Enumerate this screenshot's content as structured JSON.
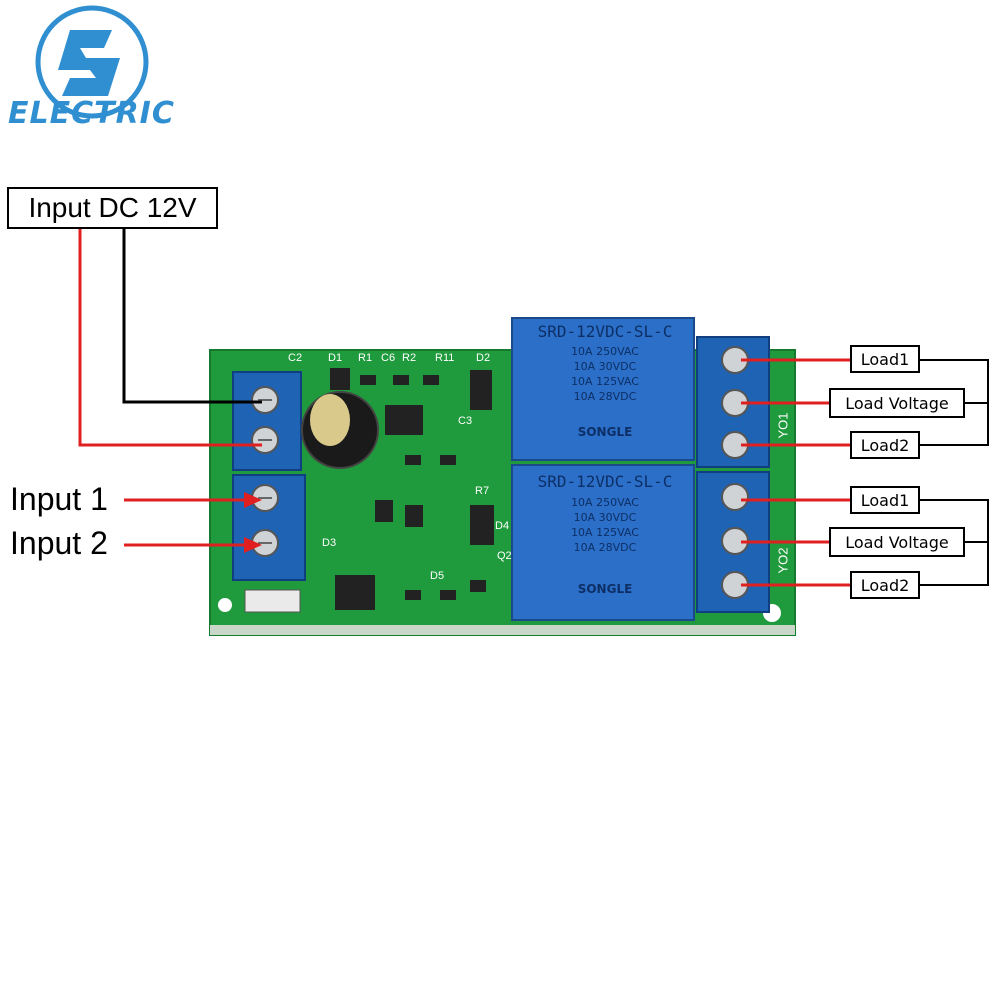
{
  "logo": {
    "brand_text": "ELECTRIC",
    "colors": {
      "primary": "#2f8fd0",
      "accent": "#1a5fa0"
    }
  },
  "power_label": "Input DC 12V",
  "inputs": [
    {
      "label": "Input 1"
    },
    {
      "label": "Input 2"
    }
  ],
  "relay_channels": [
    {
      "board_label": "YO1",
      "terminals": [
        "Load1",
        "Load Voltage",
        "Load2"
      ]
    },
    {
      "board_label": "YO2",
      "terminals": [
        "Load1",
        "Load Voltage",
        "Load2"
      ]
    }
  ],
  "relays": [
    {
      "model": "SRD-12VDC-SL-C",
      "brand": "SONGLE",
      "ratings": [
        "10A 250VAC",
        "10A 125VAC",
        "10A 30VDC",
        "10A 28VDC"
      ]
    },
    {
      "model": "SRD-12VDC-SL-C",
      "brand": "SONGLE",
      "ratings": [
        "10A 250VAC",
        "10A 125VAC",
        "10A 30VDC",
        "10A 28VDC"
      ]
    }
  ],
  "pcb_silkscreen": [
    "C2",
    "D1",
    "R1",
    "C6",
    "R2",
    "R11",
    "D2",
    "C3",
    "R7",
    "D3",
    "D4",
    "D5",
    "Q2"
  ],
  "wire_colors": {
    "positive": "#e02020",
    "negative": "#000000",
    "signal": "#e02020"
  },
  "board_colors": {
    "pcb": "#1f9a3c",
    "terminal": "#1e63b4",
    "relay": "#2b6fc8"
  }
}
